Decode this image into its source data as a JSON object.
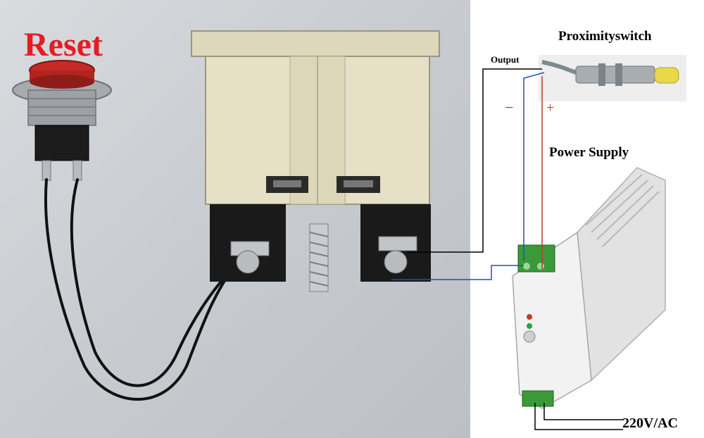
{
  "labels": {
    "reset": "Reset",
    "proximity_switch": "Proximityswitch",
    "output": "Output",
    "minus": "−",
    "plus": "+",
    "power_supply": "Power Supply",
    "ac_input": "220V/AC"
  },
  "colors": {
    "reset_text": "#e31e24",
    "negative_wire": "#1f4fbf",
    "positive_wire": "#c0392b",
    "signal_wire": "#000000",
    "counter_body": "#e6e1c6",
    "terminal_block": "#1a1a1a",
    "psu_body": "#f2f2f2",
    "psu_terminal": "#3a9a3a",
    "sensor_tip": "#e8d84a"
  },
  "components": [
    {
      "name": "reset-button",
      "icon": "push-button-icon"
    },
    {
      "name": "counter-unit",
      "icon": "counter-icon"
    },
    {
      "name": "proximity-sensor",
      "icon": "proximity-sensor-icon"
    },
    {
      "name": "power-supply-unit",
      "icon": "din-rail-psu-icon"
    }
  ]
}
